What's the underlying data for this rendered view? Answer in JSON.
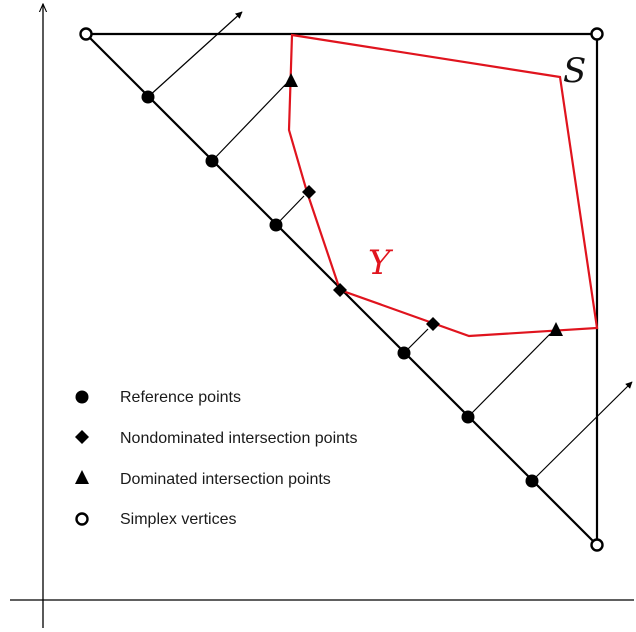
{
  "labels": {
    "simplex": "S",
    "region": "Y"
  },
  "legend": [
    {
      "marker": "filled-circle",
      "label": "Reference points"
    },
    {
      "marker": "filled-diamond",
      "label": "Nondominated intersection points"
    },
    {
      "marker": "filled-triangle",
      "label": "Dominated intersection points"
    },
    {
      "marker": "open-circle",
      "label": "Simplex vertices"
    }
  ],
  "colors": {
    "ink": "#000000",
    "region": "#e0141e"
  }
}
